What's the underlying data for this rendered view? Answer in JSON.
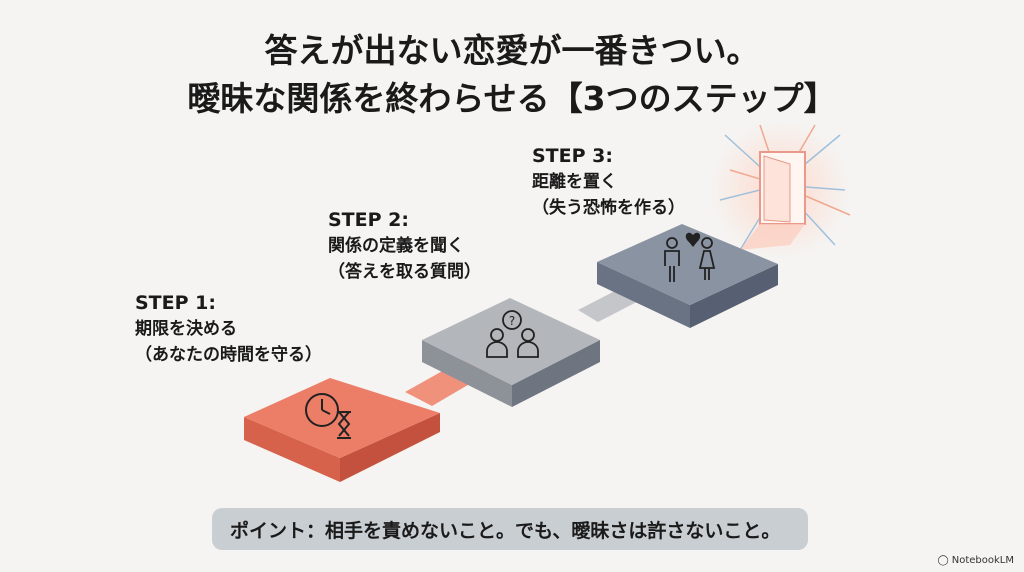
{
  "title": {
    "line1": "答えが出ない恋愛が一番きつい。",
    "line2": "曖昧な関係を終わらせる【3つのステップ】"
  },
  "steps": [
    {
      "label": "STEP 1:",
      "title": "期限を決める",
      "subtitle": "（あなたの時間を守る）",
      "icon": "clock-hourglass-icon",
      "color": "#e97a63"
    },
    {
      "label": "STEP 2:",
      "title": "関係の定義を聞く",
      "subtitle": "（答えを取る質問）",
      "icon": "two-people-question-icon",
      "color": "#a9adb2"
    },
    {
      "label": "STEP 3:",
      "title": "距離を置く",
      "subtitle": "（失う恐怖を作る）",
      "icon": "couple-broken-heart-icon",
      "color": "#7d8796"
    }
  ],
  "point": "ポイント：相手を責めないこと。でも、曖昧さは許さないこと。",
  "brand": "NotebookLM"
}
